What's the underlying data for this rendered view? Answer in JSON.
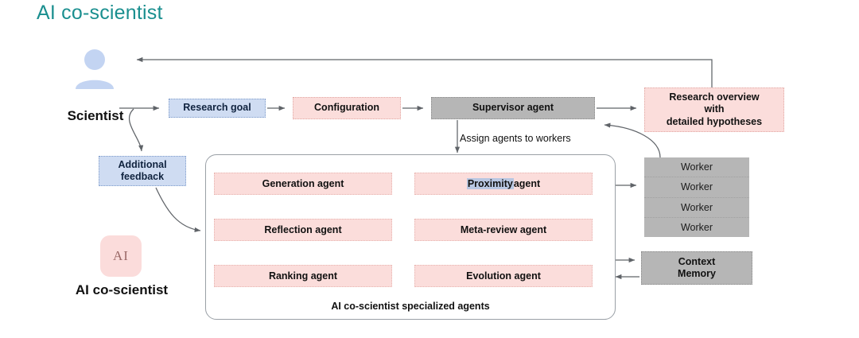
{
  "page": {
    "title": "AI co-scientist"
  },
  "actors": {
    "scientist": {
      "label": "Scientist",
      "icon": "user-avatar-icon"
    },
    "ai_co_scientist": {
      "logo_text": "AI",
      "label": "AI co-scientist"
    }
  },
  "flow": {
    "research_goal": "Research goal",
    "configuration": "Configuration",
    "supervisor": "Supervisor agent",
    "assign_note": "Assign agents to workers",
    "additional_feedback_line1": "Additional",
    "additional_feedback_line2": "feedback",
    "research_overview_line1": "Research overview",
    "research_overview_line2": "with",
    "research_overview_line3": "detailed hypotheses"
  },
  "agents": {
    "caption": "AI co-scientist specialized agents",
    "cells": [
      {
        "label": "Generation agent",
        "highlight": ""
      },
      {
        "label": " agent",
        "highlight": "Proximity"
      },
      {
        "label": "Reflection agent",
        "highlight": ""
      },
      {
        "label": "Meta-review agent",
        "highlight": ""
      },
      {
        "label": "Ranking agent",
        "highlight": ""
      },
      {
        "label": "Evolution agent",
        "highlight": ""
      }
    ]
  },
  "workers": {
    "rows": [
      "Worker",
      "Worker",
      "Worker",
      "Worker"
    ]
  },
  "memory": {
    "line1": "Context",
    "line2": "Memory"
  },
  "colors": {
    "title_teal": "#1a8f8f",
    "blue_box": "#cfdcf2",
    "pink_box": "#fbdddb",
    "pink_soft": "#fbe5e3",
    "gray_box": "#b6b6b6",
    "arrow_gray": "#5f6368",
    "arrow_red": "#c0392b",
    "avatar_blue": "#c3d4f2",
    "highlight_blue": "#b9c7e2"
  }
}
